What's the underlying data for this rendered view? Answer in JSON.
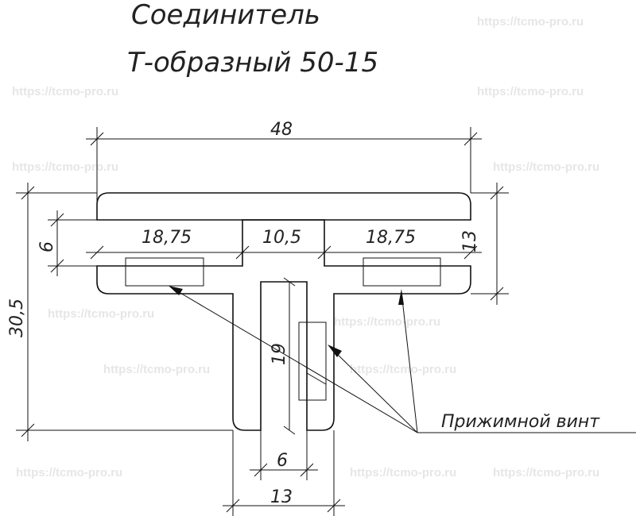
{
  "title": {
    "line1": "Соединитель",
    "line2": "Т-образный 50-15"
  },
  "watermark": "https://tcmo-pro.ru",
  "dimensions": {
    "width_total": "48",
    "height_total": "30,5",
    "flange_height": "13",
    "gap": "6",
    "left_slot": "18,75",
    "center": "10,5",
    "right_slot": "18,75",
    "stem_slot_depth": "19",
    "stem_slot_width": "6",
    "stem_width": "13"
  },
  "callout": "Прижимной винт",
  "colors": {
    "hatch": "#222222",
    "insert": "#8c8c8c",
    "watermark": "#e6e6e6"
  }
}
